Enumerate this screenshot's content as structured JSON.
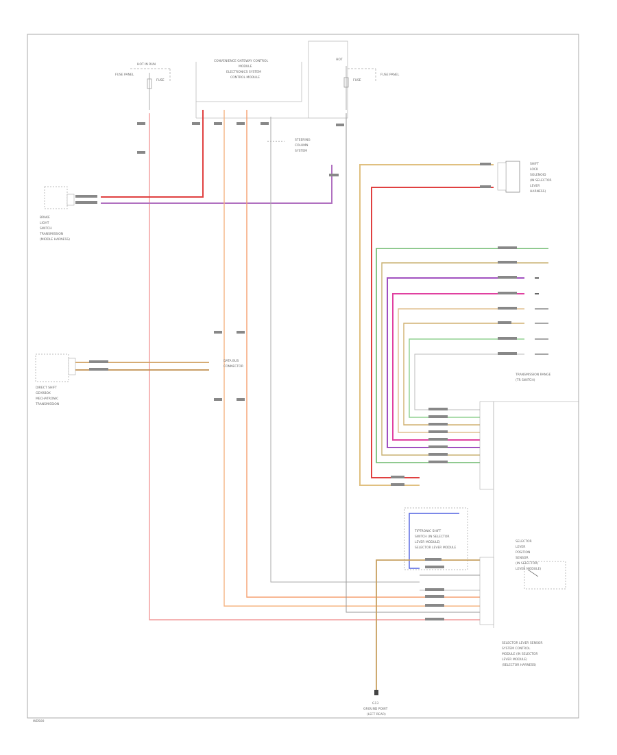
{
  "labels": {
    "hot_in_run": "HOT IN RUN",
    "fuse_panel_left": "FUSE PANEL",
    "fuse_left": "FUSE",
    "ecm_line1": "CONVENIENCE GATEWAY CONTROL",
    "ecm_line2": "MODULE",
    "ecm_line3": "ELECTRONICS SYSTEM",
    "ecm_line4": "CONTROL MODULE",
    "hot_at_all": "HOT",
    "fuse_panel_right": "FUSE PANEL",
    "fuse_right": "FUSE",
    "steering_line1": "STEERING",
    "steering_line2": "COLUMN",
    "steering_line3": "SYSTEM",
    "brake_line1": "BRAKE",
    "brake_line2": "LIGHT",
    "brake_line3": "SWITCH",
    "brake_line4": "TRANSMISSION",
    "brake_line5": "(MIDDLE HARNESS)",
    "shift_line1": "SHIFT",
    "shift_line2": "LOCK",
    "shift_line3": "SOLENOID",
    "shift_line4": "(IN SELECTOR",
    "shift_line5": "LEVER",
    "shift_line6": "HARNESS)",
    "direct_line1": "DIRECT SHIFT",
    "direct_line2": "GEARBOX",
    "direct_line3": "MECHATRONIC",
    "direct_line4": "TRANSMISSION",
    "conn_line1": "DATA BUS",
    "conn_line2": "CONNECTOR",
    "tcm_line1": "TRANSMISSION RANGE",
    "tcm_line2": "(TR SWITCH)",
    "tipt_line1": "TIPTRONIC SHIFT",
    "tipt_line2": "SWITCH (IN SELECTOR",
    "tipt_line3": "LEVER MODULE)",
    "tipt_line4": "SELECTOR LEVER MODULE",
    "sel_line1": "SELECTOR",
    "sel_line2": "LEVER",
    "sel_line3": "POSITION",
    "sel_line4": "SENSOR",
    "sel_line5": "(IN SELECTOR)",
    "sel_line6": "LEVER MODULE)",
    "slm_line1": "SELECTOR LEVER SENSOR",
    "slm_line2": "SYSTEM CONTROL",
    "slm_line3": "MODULE (IN SELECTOR",
    "slm_line4": "LEVER MODULE)",
    "slm_line5": "(SELECTOR HARNESS)",
    "ground_line1": "G13",
    "ground_line2": "GROUND POINT",
    "ground_line3": "(LEFT REAR)",
    "corner_code": "WD500"
  }
}
